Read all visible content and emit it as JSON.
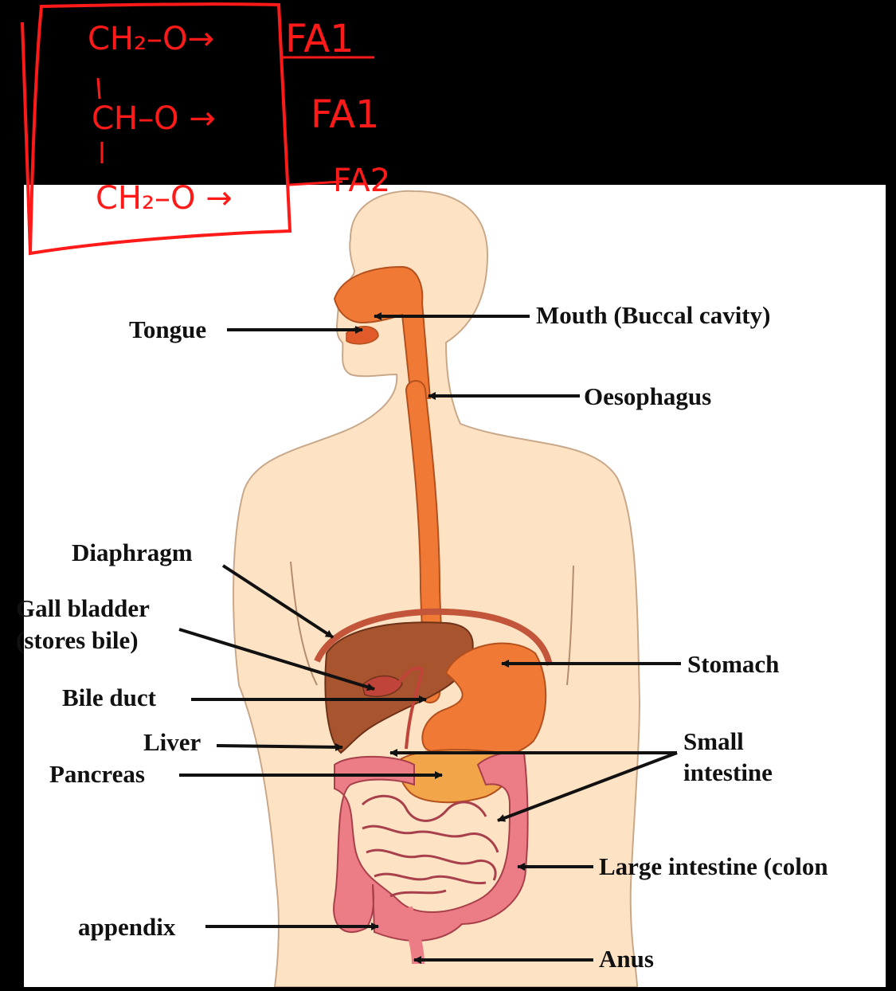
{
  "labels": {
    "tongue": "Tongue",
    "mouth": "Mouth (Buccal cavity)",
    "oesophagus": "Oesophagus",
    "diaphragm": "Diaphragm",
    "gall_bladder_1": "Gall bladder",
    "gall_bladder_2": "(stores bile)",
    "bile_duct": "Bile duct",
    "stomach": "Stomach",
    "liver": "Liver",
    "pancreas": "Pancreas",
    "small_intestine_1": "Small",
    "small_intestine_2": "intestine",
    "large_intestine": "Large intestine (colon",
    "appendix": "appendix",
    "anus": "Anus"
  },
  "annotation": {
    "row1": "CH₂–O→",
    "row2": "CH–O →",
    "row3": "CH₂–O →",
    "fa1_a": "FA1",
    "fa1_b": "FA1",
    "fa2": "FA2"
  },
  "colors": {
    "background": "#000000",
    "panel": "#ffffff",
    "skin": "#fde3c4",
    "tract": "#f07a35",
    "liver": "#a8542e",
    "intestine": "#ec7c85",
    "pancreas": "#f3a54a",
    "ink": "#ff1a1a"
  }
}
